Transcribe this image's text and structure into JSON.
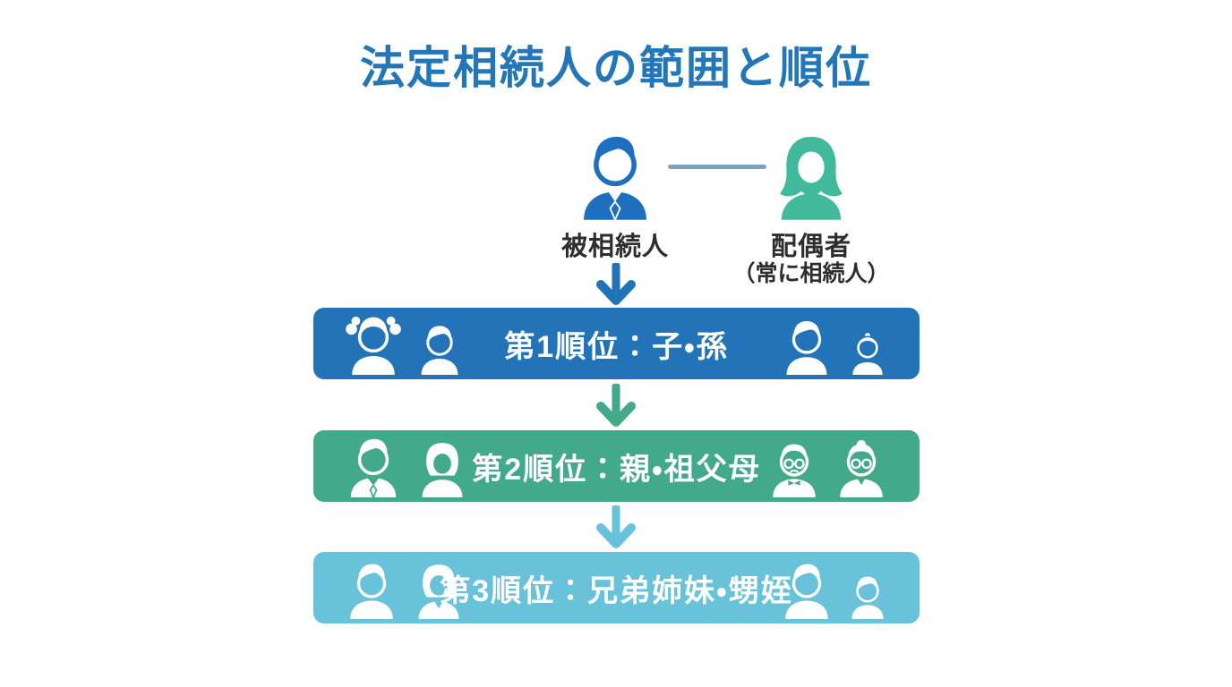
{
  "title": "法定相続人の範囲と順位",
  "colors": {
    "title": "#2377b8",
    "rank1": "#2273b8",
    "rank2": "#43aa89",
    "rank3": "#68c2da",
    "decedent": "#1e6fbf",
    "spouse": "#41b99c",
    "connector": "#7fa3bd",
    "label": "#2e2e2e",
    "bar_text": "#ffffff"
  },
  "couple": {
    "decedent_label": "被相続人",
    "decedent_icon": "man-suit-icon",
    "spouse_label": "配偶者",
    "spouse_sublabel": "（常に相続人）",
    "spouse_icon": "woman-long-hair-icon"
  },
  "ranks": [
    {
      "label": "第1順位：子・孫",
      "left_icons": [
        "girl-pigtails-icon",
        "boy-icon"
      ],
      "right_icons": [
        "boy-icon",
        "toddler-icon"
      ]
    },
    {
      "label": "第2順位：親・祖父母",
      "left_icons": [
        "father-tie-icon",
        "mother-icon"
      ],
      "right_icons": [
        "grandfather-glasses-icon",
        "grandmother-glasses-icon"
      ]
    },
    {
      "label": "第3順位：兄弟姉妹・甥姪",
      "left_icons": [
        "man-icon",
        "woman-icon"
      ],
      "right_icons": [
        "man-icon",
        "boy-icon"
      ]
    }
  ]
}
